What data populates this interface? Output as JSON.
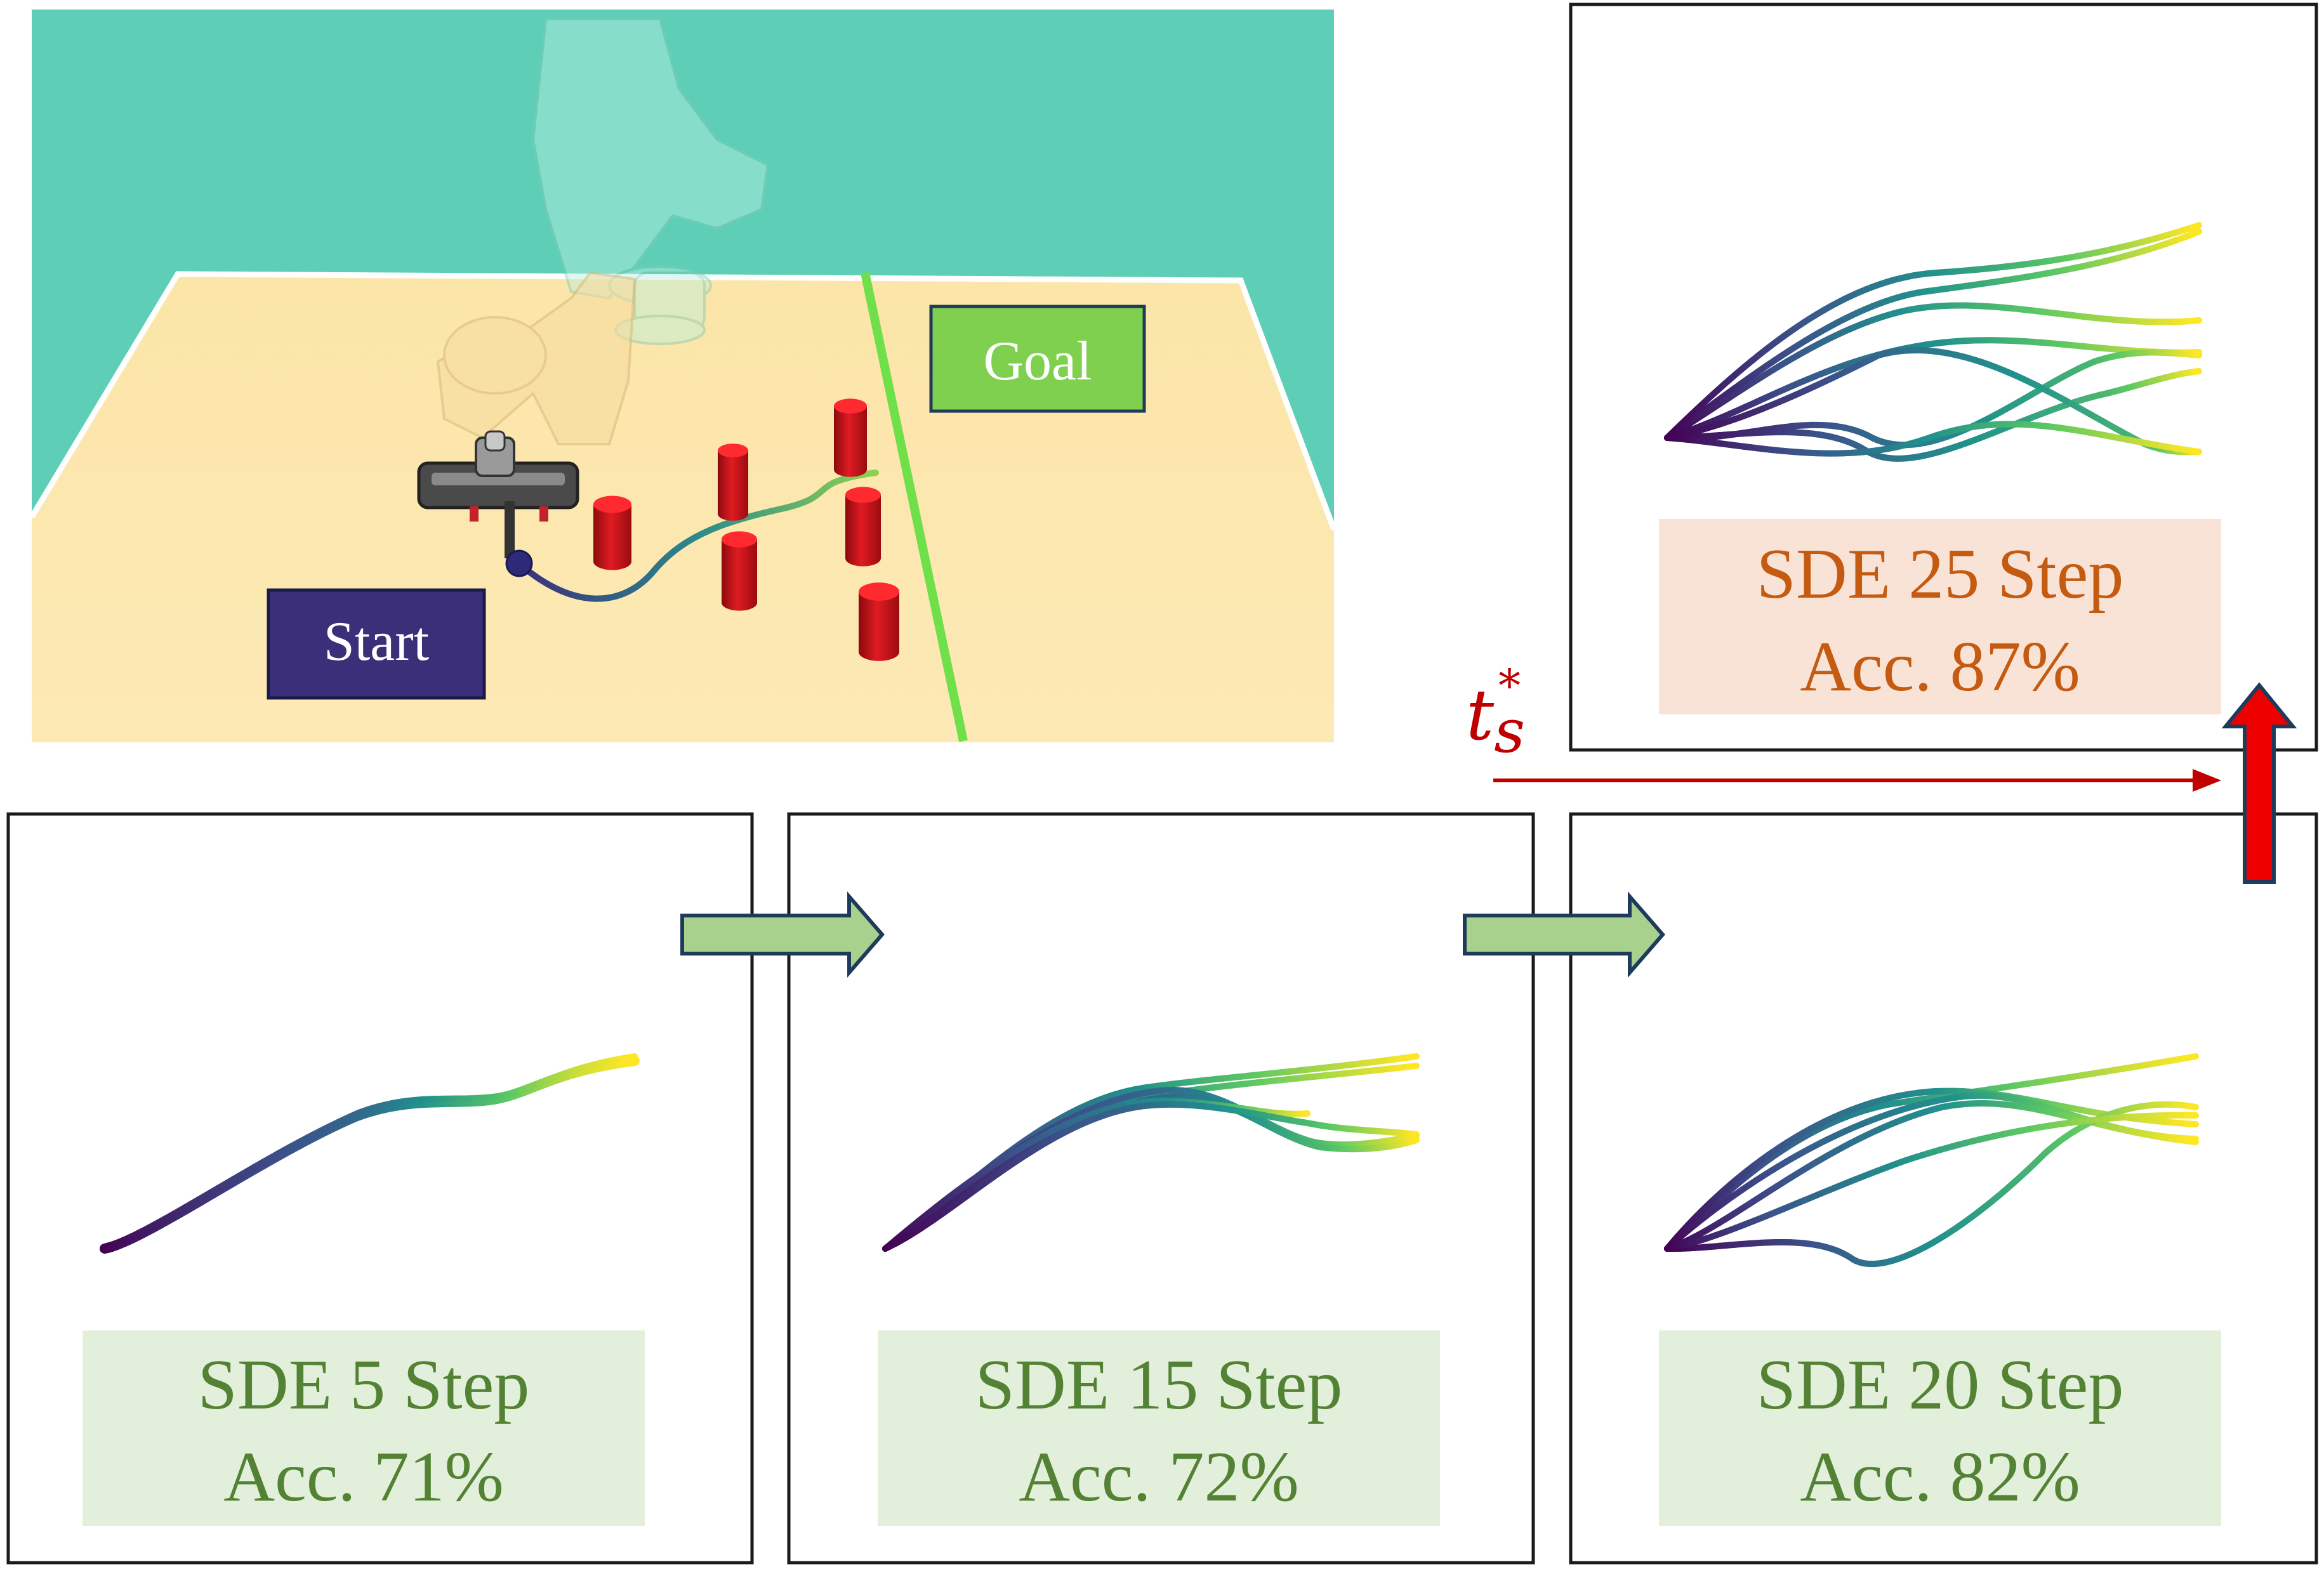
{
  "scene": {
    "start_label": "Start",
    "goal_label": "Goal"
  },
  "panels": [
    {
      "title": "SDE 5 Step",
      "accuracy": "Acc. 71%"
    },
    {
      "title": "SDE 15 Step",
      "accuracy": "Acc. 72%"
    },
    {
      "title": "SDE 20 Step",
      "accuracy": "Acc. 82%"
    },
    {
      "title": "SDE 25 Step",
      "accuracy": "Acc. 87%"
    }
  ],
  "annotation": {
    "symbol_base": "t",
    "symbol_sub": "s",
    "symbol_sup": "*"
  },
  "colors": {
    "wall": "#5ecfb6",
    "table": "#fde6a6",
    "start_box": "#3b2f7a",
    "goal_box": "#7fd04e",
    "obstacle": "#d8141b",
    "boundary_line": "#6fe04a",
    "caption_green_bg": "#e2efda",
    "caption_green_text": "#548235",
    "caption_orange_bg": "#f8e3d6",
    "caption_orange_text": "#c55a11",
    "flow_arrow": "#a9d18e",
    "accent_red": "#c00000",
    "red_arrow": "#ee0000"
  },
  "colormap": "viridis"
}
